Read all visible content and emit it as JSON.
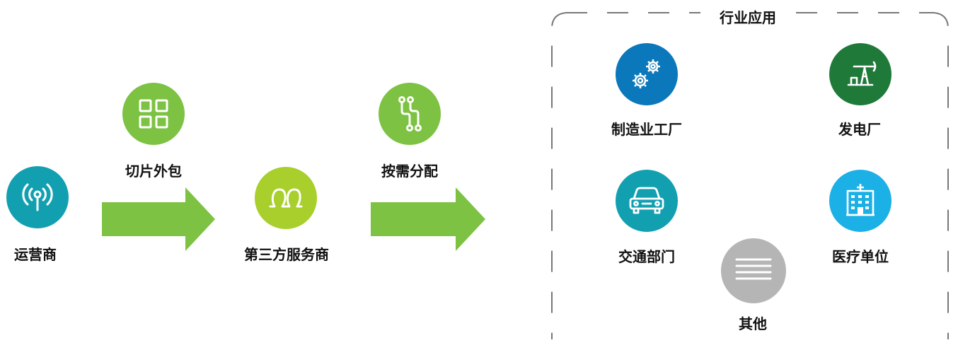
{
  "colors": {
    "teal": "#12a0b1",
    "green": "#7dc242",
    "lime": "#a8cf2c",
    "blue": "#0a78ba",
    "dark_green": "#1f7a3a",
    "cyan": "#1bb0e6",
    "gray": "#b5b5b5",
    "arrow": "#7dc242",
    "frame": "#777777"
  },
  "nodes": {
    "operator": {
      "label": "运营商",
      "icon": "broadcast-antenna-icon"
    },
    "slice_outsourcing": {
      "label": "切片外包",
      "icon": "grid-squares-icon"
    },
    "third_party": {
      "label": "第三方服务商",
      "icon": "people-loop-icon"
    },
    "on_demand": {
      "label": "按需分配",
      "icon": "branch-split-icon"
    }
  },
  "industry": {
    "title": "行业应用",
    "items": [
      {
        "label": "制造业工厂",
        "icon": "gears-icon"
      },
      {
        "label": "发电厂",
        "icon": "pumpjack-icon"
      },
      {
        "label": "交通部门",
        "icon": "car-icon"
      },
      {
        "label": "医疗单位",
        "icon": "hospital-icon"
      },
      {
        "label": "其他",
        "icon": "menu-lines-icon"
      }
    ]
  }
}
